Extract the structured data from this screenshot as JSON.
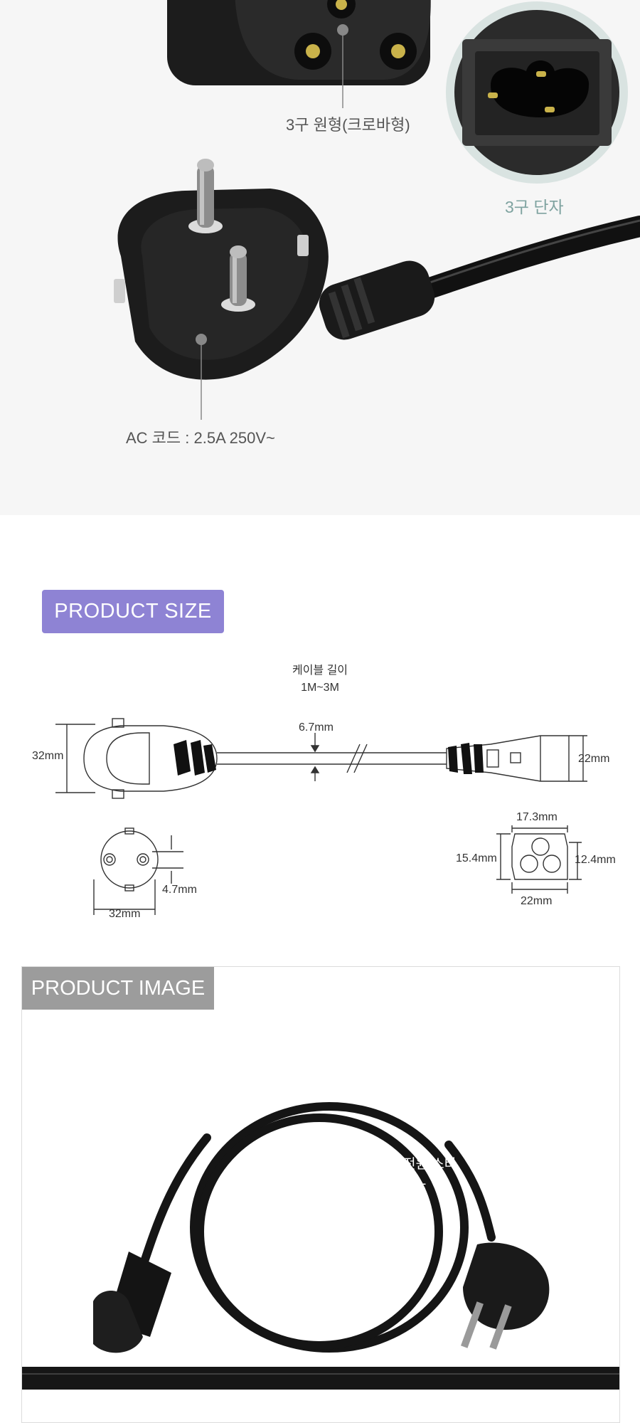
{
  "hero": {
    "callout_3pin_round": "3구 원형(크로바형)",
    "terminal_label": "3구 단자",
    "ac_cord_label": "AC 코드 : 2.5A 250V~"
  },
  "product_size": {
    "badge": "PRODUCT SIZE",
    "cable_length_title": "케이블 길이",
    "cable_length_value": "1M~3M",
    "dims": {
      "plug_height": "32mm",
      "cable_diameter": "6.7mm",
      "connector_height": "22mm",
      "pin_diameter": "4.7mm",
      "plug_width": "32mm",
      "socket_top": "17.3mm",
      "socket_left": "15.4mm",
      "socket_right": "12.4mm",
      "socket_bottom": "22mm"
    }
  },
  "product_image": {
    "badge": "PRODUCT IMAGE",
    "overlay_line1": "전원  스타",
    "overlay_line2": "E"
  },
  "colors": {
    "hero_bg": "#f6f6f6",
    "size_badge": "#8e83d4",
    "image_badge": "#9c9c9c",
    "terminal_label": "#7fa3a0"
  }
}
